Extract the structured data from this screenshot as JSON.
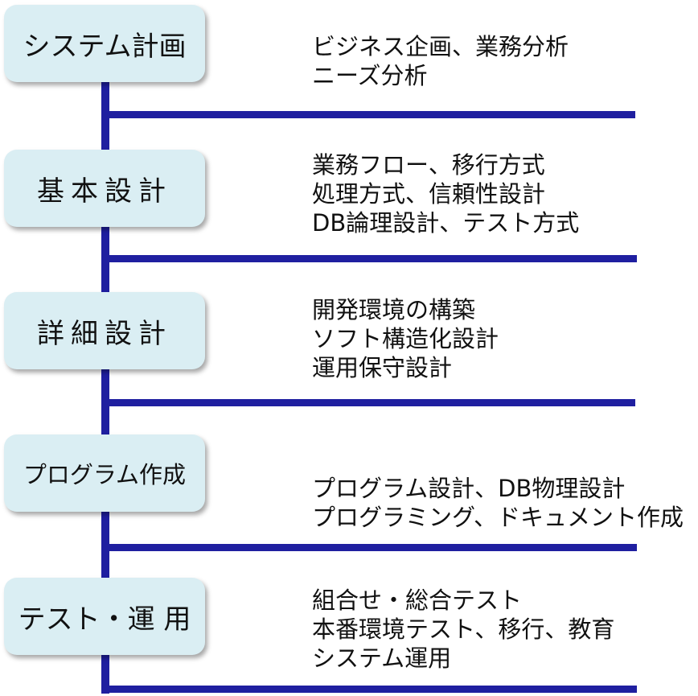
{
  "phases": [
    {
      "name": "システム計画",
      "details": [
        "ビジネス企画、業務分析",
        "ニーズ分析"
      ]
    },
    {
      "name": "基本設計",
      "details": [
        "業務フロー、移行方式",
        "処理方式、信頼性設計",
        "DB論理設計、テスト方式"
      ]
    },
    {
      "name": "詳細設計",
      "details": [
        "開発環境の構築",
        "ソフト構造化設計",
        "運用保守設計"
      ]
    },
    {
      "name": "プログラム作成",
      "details": [
        "プログラム設計、DB物理設計",
        "プログラミング、ドキュメント作成"
      ]
    },
    {
      "name": "テスト・運 用",
      "details": [
        "組合せ・総合テスト",
        "本番環境テスト、移行、教育",
        "システム運用"
      ]
    }
  ],
  "colors": {
    "box_fill": "#daeef3",
    "connector": "#1f1fa0",
    "text": "#111111"
  }
}
